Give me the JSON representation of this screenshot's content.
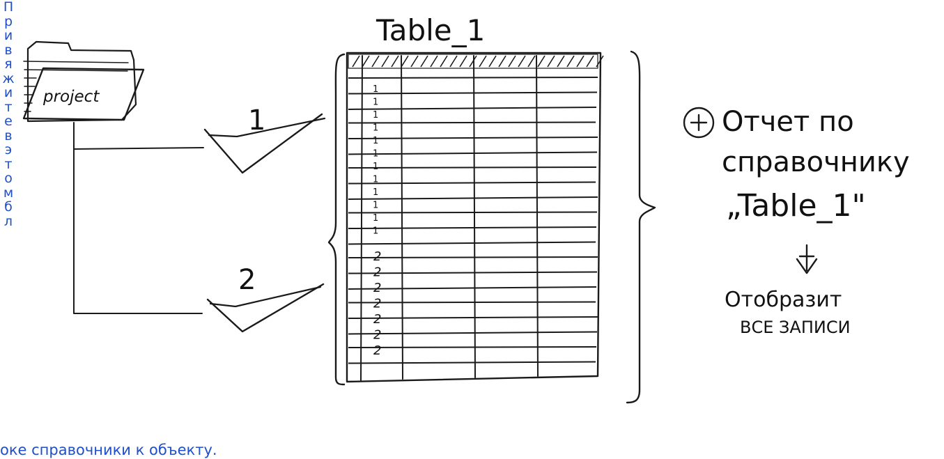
{
  "link_text": {
    "vertical_chars": [
      "П",
      "р",
      "и",
      "в",
      "я",
      "ж",
      "и",
      "т",
      "е",
      "в",
      "э",
      "т",
      "о",
      "м",
      "б",
      "л"
    ],
    "tail": "оке справочники к объекту."
  },
  "sketch": {
    "folder_label": "project",
    "table_title": "Table_1",
    "arrow_1_label": "1",
    "arrow_2_label": "2",
    "plus_symbol": "+",
    "note_lines": [
      "Отчет по",
      "справочнику",
      "„Table_1\""
    ],
    "result_lines": [
      "Отобразит",
      "ВСЕ ЗАПИСИ"
    ],
    "row_marks_group_1": [
      "1",
      "1",
      "1",
      "1",
      "1",
      "1",
      "1",
      "1",
      "1",
      "1",
      "1",
      "1"
    ],
    "row_marks_group_2": [
      "2",
      "2",
      "2",
      "2",
      "2",
      "2",
      "2"
    ]
  }
}
